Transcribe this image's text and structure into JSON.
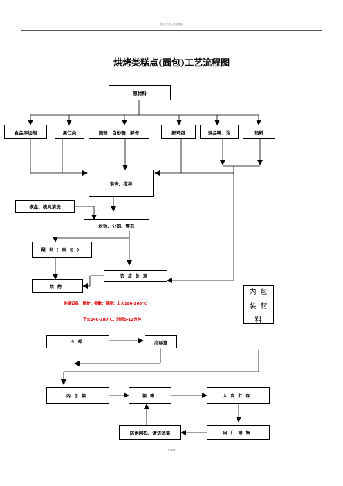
{
  "header": {
    "text": "精品-资料-成本模板"
  },
  "title": "烘烤类糕点(面包)工艺流程图",
  "nodes": {
    "raw_material": "原材料",
    "food_additive": "食品添加剂",
    "nuts": "果仁类",
    "flour_sugar_yeast": "面粉、白砂糖、酵母",
    "fresh_egg": "鲜鸡蛋",
    "seasoning_oil": "调品味、油",
    "filling": "馅料",
    "mixing": "混合、搅拌",
    "mold_cleaning": "模盘、模具清洗",
    "divide_shape": "松弛、分割、整形",
    "proofing": "醒发(面包)",
    "skin_treatment": "饰皮处理",
    "baking": "烘烤",
    "inner_packaging": "内包装材料",
    "cooling": "冷却",
    "cooling_room": "冷却室",
    "inner_pack": "内包装",
    "outer_pack": "装箱",
    "storage": "入库贮存",
    "anti_counterfeit": "防伪回码、清洁消毒",
    "shipping": "出厂销售"
  },
  "annotations": {
    "key_line1": "关键设备：烘炉；参数：温度：上火180-200℃",
    "key_line2": "下火140-180℃；时间5-12分钟"
  },
  "footer": {
    "text": "可编辑"
  },
  "colors": {
    "line": "#000000",
    "annotation": "#e00000"
  }
}
